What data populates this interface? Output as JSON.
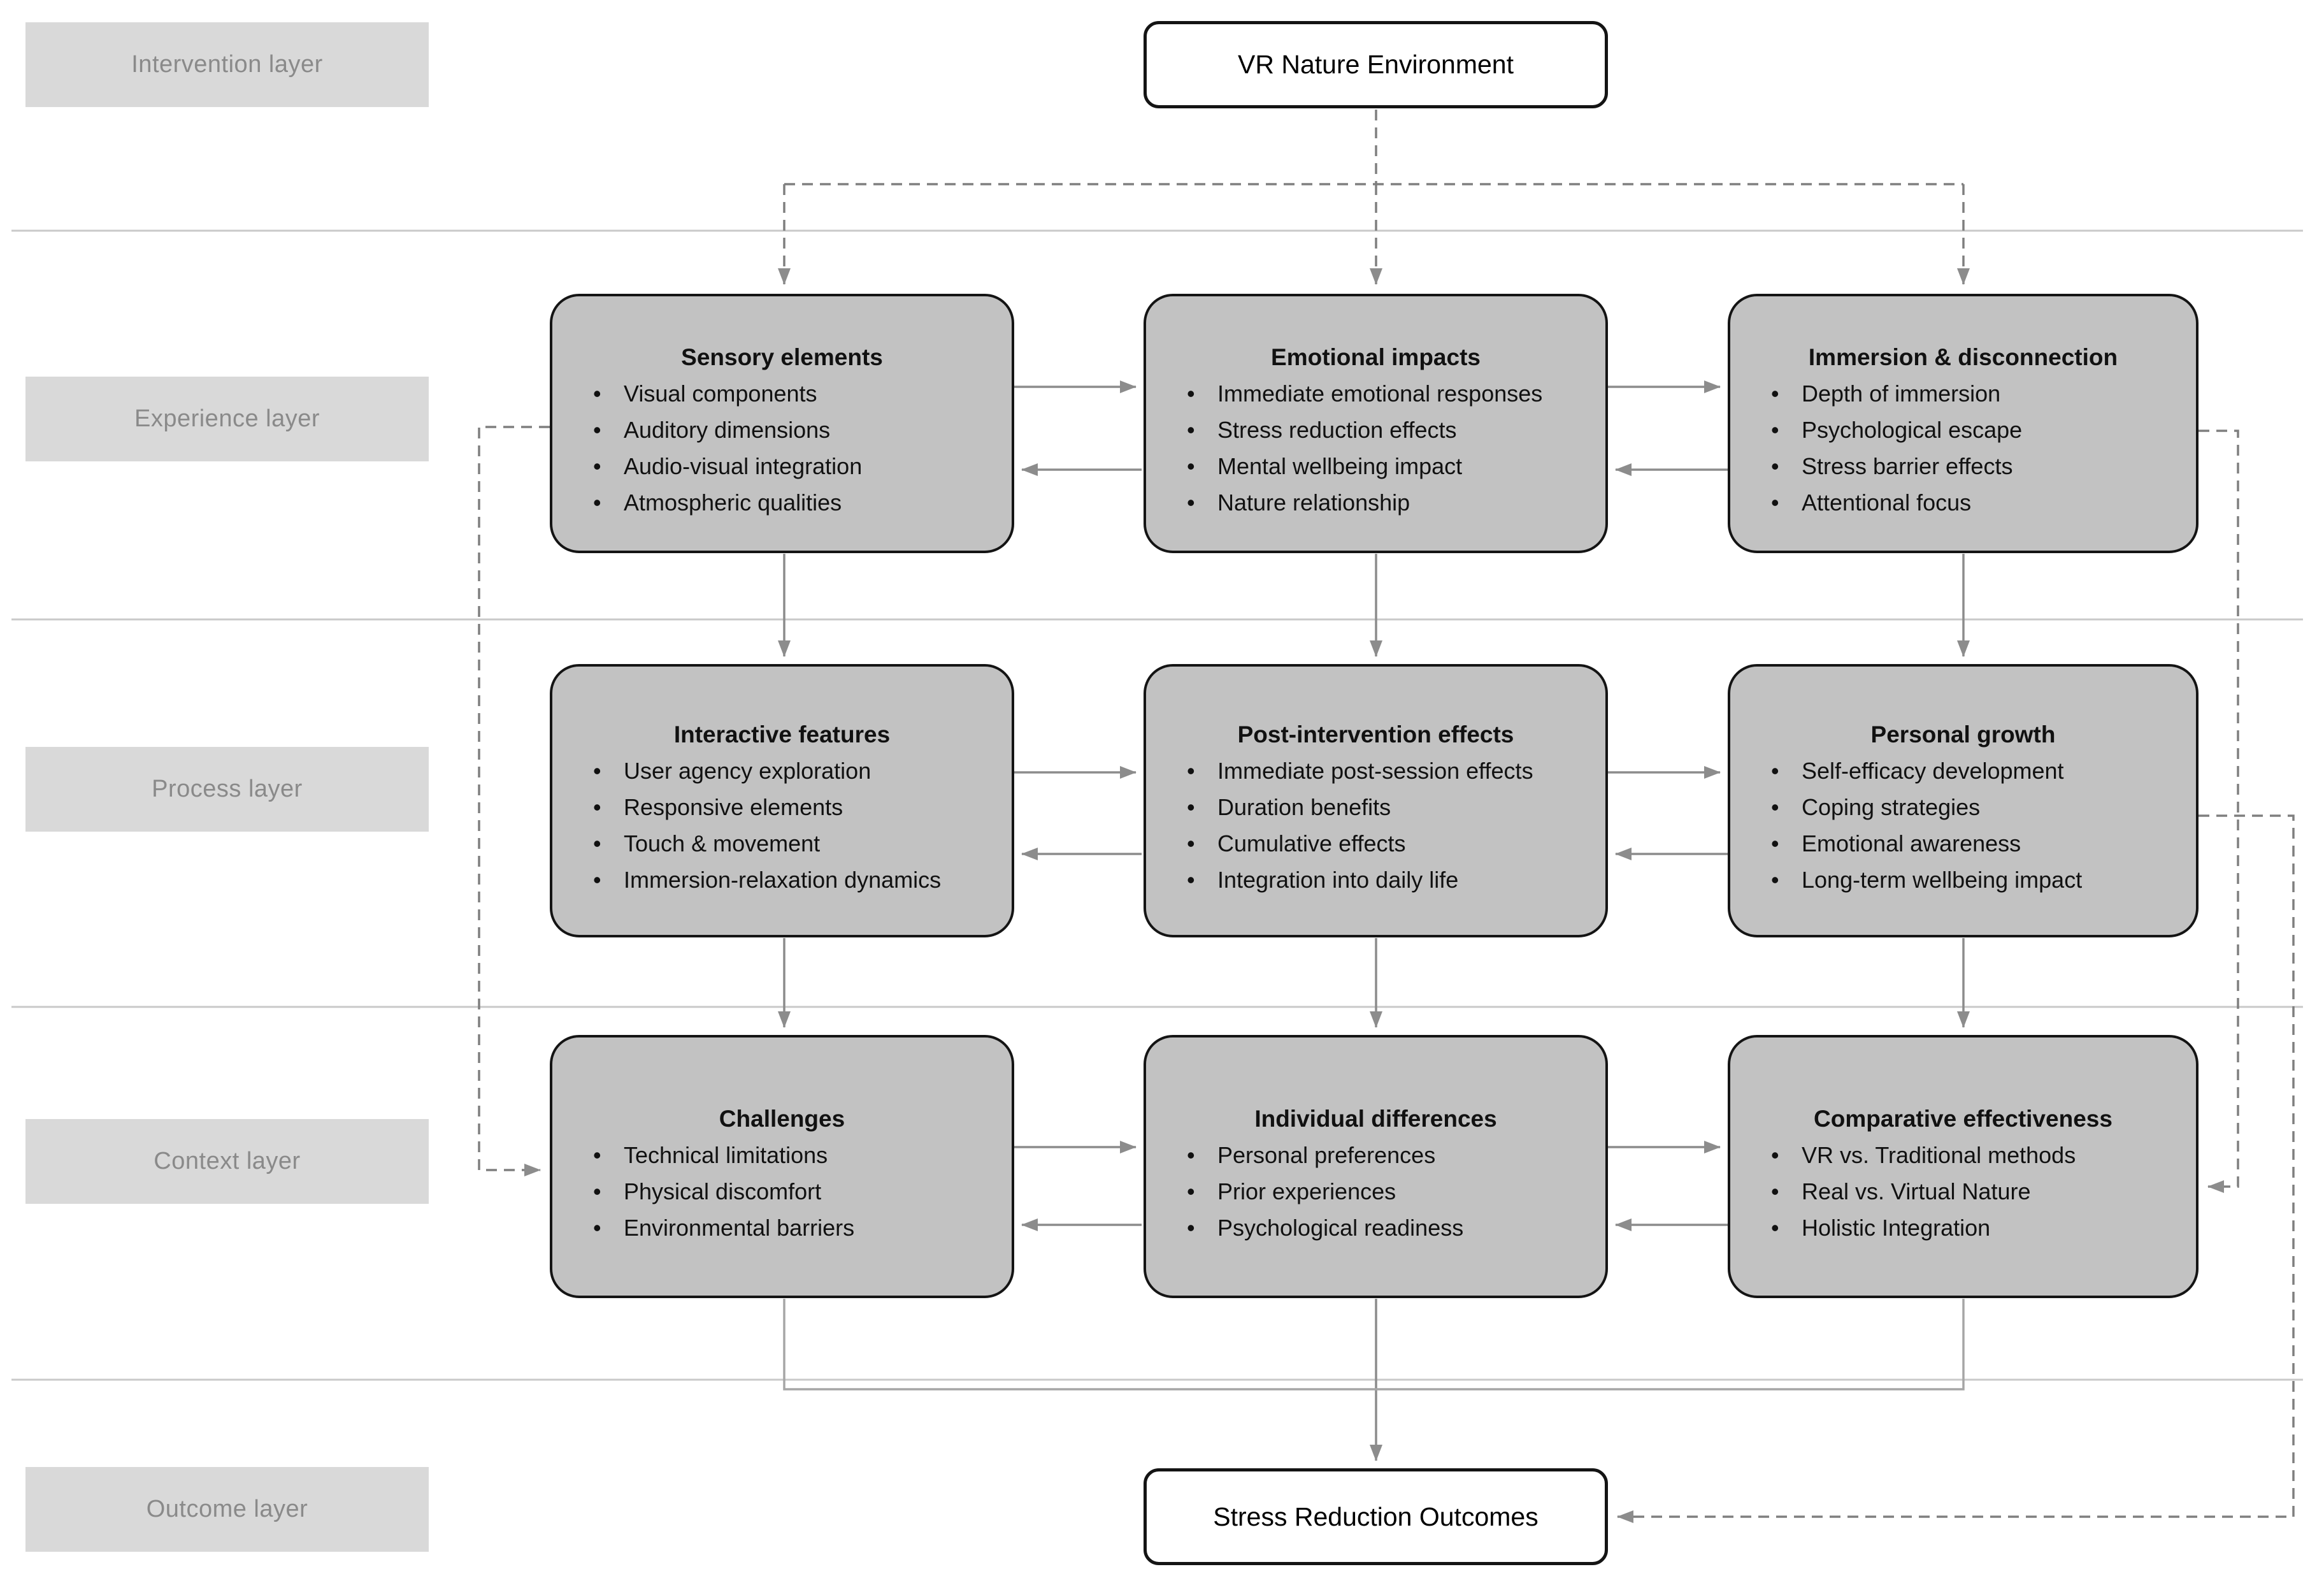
{
  "diagram": {
    "layers": [
      "Intervention layer",
      "Experience layer",
      "Process layer",
      "Context layer",
      "Outcome layer"
    ],
    "nodes": {
      "vr": {
        "title": "VR Nature Environment"
      },
      "sensory": {
        "title": "Sensory elements",
        "bullets": [
          "Visual components",
          "Auditory dimensions",
          "Audio-visual integration",
          "Atmospheric qualities"
        ]
      },
      "emotional": {
        "title": "Emotional impacts",
        "bullets": [
          "Immediate emotional responses",
          "Stress reduction effects",
          "Mental wellbeing impact",
          "Nature relationship"
        ]
      },
      "immersion": {
        "title": "Immersion & disconnection",
        "bullets": [
          "Depth of immersion",
          "Psychological escape",
          "Stress barrier effects",
          "Attentional focus"
        ]
      },
      "interactive": {
        "title": "Interactive features",
        "bullets": [
          "User agency exploration",
          "Responsive elements",
          "Touch & movement",
          "Immersion-relaxation dynamics"
        ]
      },
      "post": {
        "title": "Post-intervention effects",
        "bullets": [
          "Immediate post-session effects",
          "Duration benefits",
          "Cumulative effects",
          "Integration into daily life"
        ]
      },
      "growth": {
        "title": "Personal growth",
        "bullets": [
          "Self-efficacy development",
          "Coping strategies",
          "Emotional awareness",
          "Long-term wellbeing impact"
        ]
      },
      "challenges": {
        "title": "Challenges",
        "bullets": [
          "Technical limitations",
          "Physical discomfort",
          "Environmental barriers"
        ]
      },
      "individual": {
        "title": "Individual differences",
        "bullets": [
          "Personal preferences",
          "Prior experiences",
          "Psychological readiness"
        ]
      },
      "comparative": {
        "title": "Comparative effectiveness",
        "bullets": [
          "VR vs. Traditional methods",
          "Real vs. Virtual Nature",
          "Holistic Integration"
        ]
      },
      "outcomes": {
        "title": "Stress Reduction Outcomes"
      }
    },
    "colors": {
      "node_fill": "#c2c2c2",
      "node_border": "#141414",
      "label_fill": "#d9d9d9",
      "label_text": "#8a8a8a",
      "line": "#8c8c8c",
      "dashed_line": "#7f7f7f",
      "divider": "#c9c9c9"
    }
  }
}
